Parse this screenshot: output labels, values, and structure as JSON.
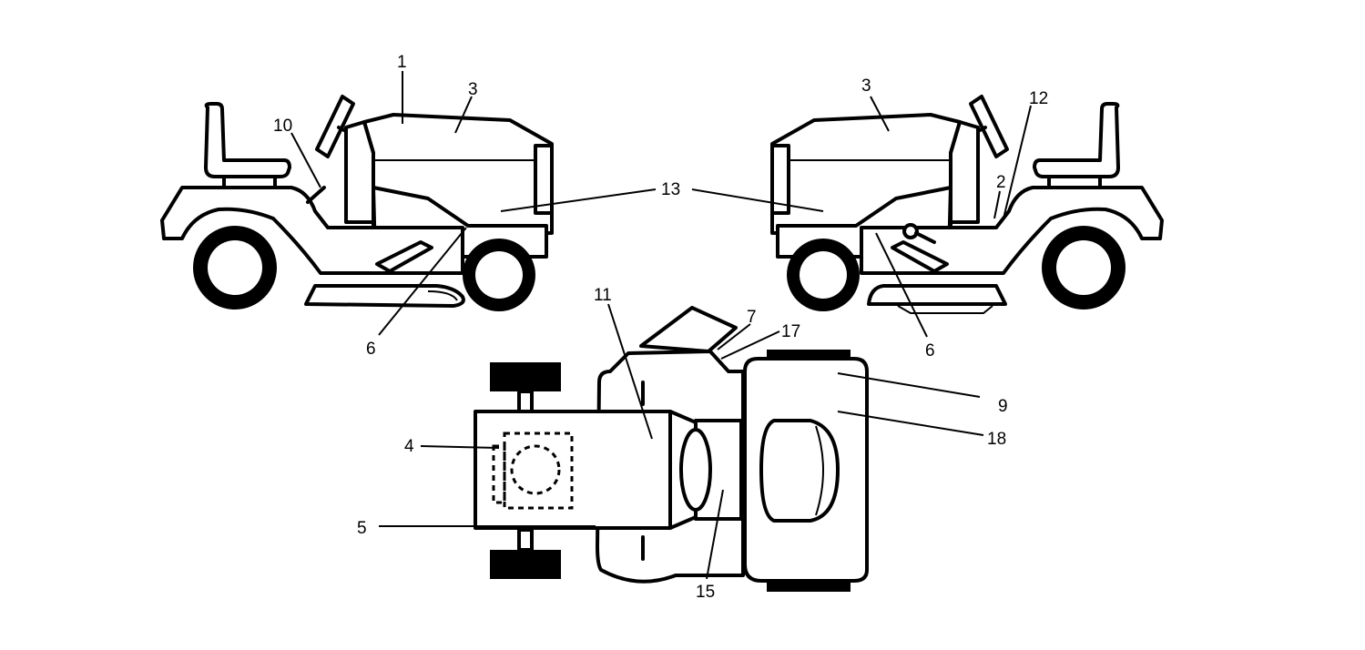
{
  "callouts": {
    "c1": "1",
    "c2": "2",
    "c3_left": "3",
    "c3_right": "3",
    "c4": "4",
    "c5": "5",
    "c6_left": "6",
    "c6_right": "6",
    "c7": "7",
    "c9": "9",
    "c10": "10",
    "c11": "11",
    "c12": "12",
    "c13": "13",
    "c15": "15",
    "c17": "17",
    "c18": "18"
  }
}
